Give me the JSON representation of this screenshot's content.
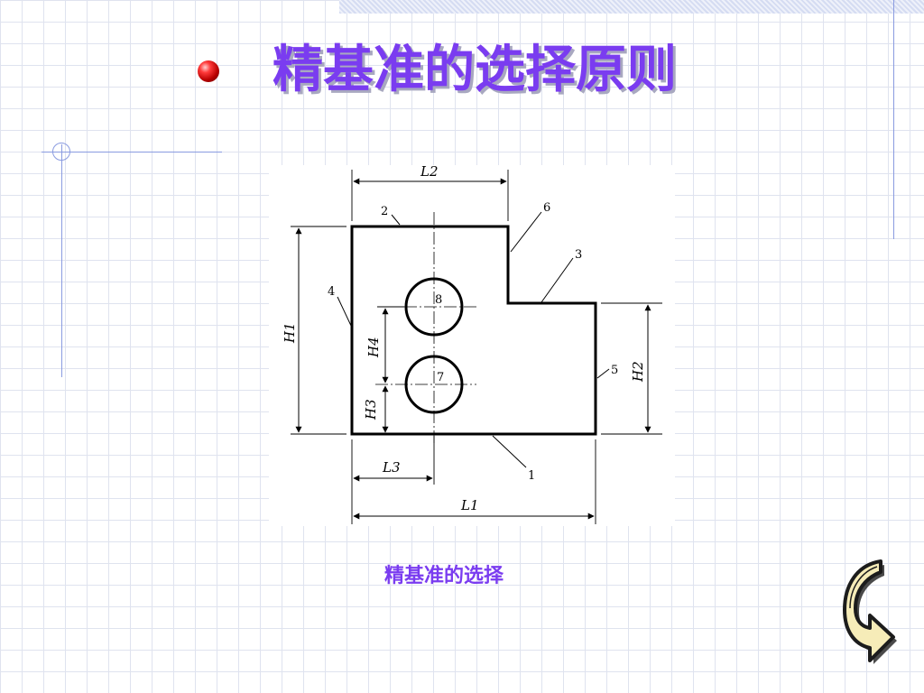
{
  "slide": {
    "title": "精基准的选择原则",
    "caption": "精基准的选择"
  },
  "figure": {
    "dimension_labels": {
      "L1": "L1",
      "L2": "L2",
      "L3": "L3",
      "H1": "H1",
      "H2": "H2",
      "H3": "H3",
      "H4": "H4"
    },
    "part_numbers": [
      "1",
      "2",
      "3",
      "4",
      "5",
      "6",
      "7",
      "8"
    ]
  },
  "colors": {
    "title": "#7a3cf0",
    "title_shadow": "#a8a8c0",
    "grid": "#dfe3ef",
    "accent_lines": "#8a9be0",
    "bullet": "#d01010"
  },
  "icons": {
    "bullet": "red-ball-bullet-icon",
    "back": "curved-back-arrow-icon"
  }
}
